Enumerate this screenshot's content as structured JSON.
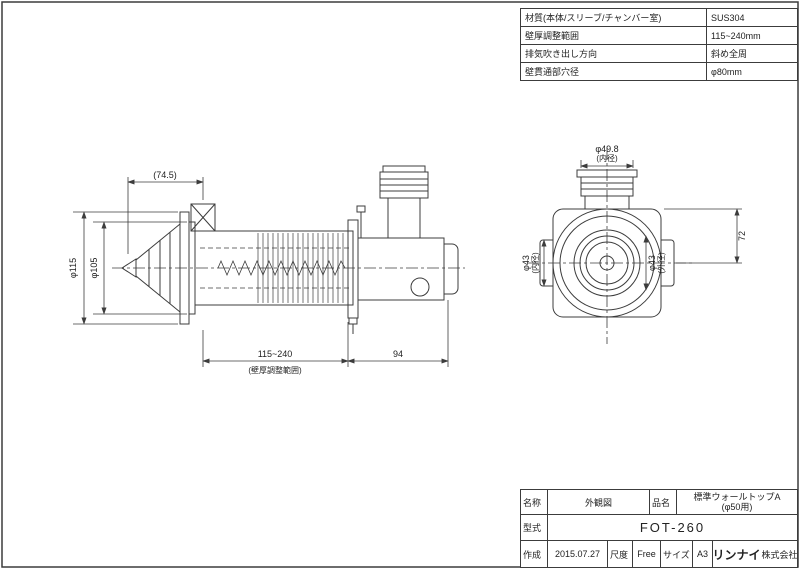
{
  "spec_table": {
    "rows": [
      {
        "label": "材質(本体/スリーブ/チャンバー室)",
        "value": "SUS304"
      },
      {
        "label": "壁厚調整範囲",
        "value": "115~240mm"
      },
      {
        "label": "排気吹き出し方向",
        "value": "斜め全周"
      },
      {
        "label": "壁貫通部穴径",
        "value": "φ80mm"
      }
    ]
  },
  "drawing": {
    "side_view": {
      "dim_head_depth": "(74.5)",
      "dim_outer_dia": "φ115",
      "dim_inner_dia": "φ105",
      "dim_wall_range": "115~240",
      "dim_wall_range_note": "(壁厚調整範囲)",
      "dim_rear_length": "94"
    },
    "front_view": {
      "dim_top_dia": "φ49.8",
      "dim_top_note": "(内径)",
      "dim_height": "72",
      "dim_left_dia": "φ43",
      "dim_left_note": "(内径)",
      "dim_right_dia": "φ43",
      "dim_right_note": "(外径)"
    }
  },
  "title_block": {
    "name_label": "名称",
    "name_value": "外観図",
    "item_label": "品名",
    "item_value_line1": "標準ウォールトップA",
    "item_value_line2": "(φ50用)",
    "model_label": "型式",
    "model_value": "FOT-260",
    "created_label": "作成",
    "created_value": "2015.07.27",
    "scale_label": "尺度",
    "scale_value": "Free",
    "size_label": "サイズ",
    "size_value": "A3",
    "company_brand": "リンナイ",
    "company_suffix": "株式会社"
  }
}
